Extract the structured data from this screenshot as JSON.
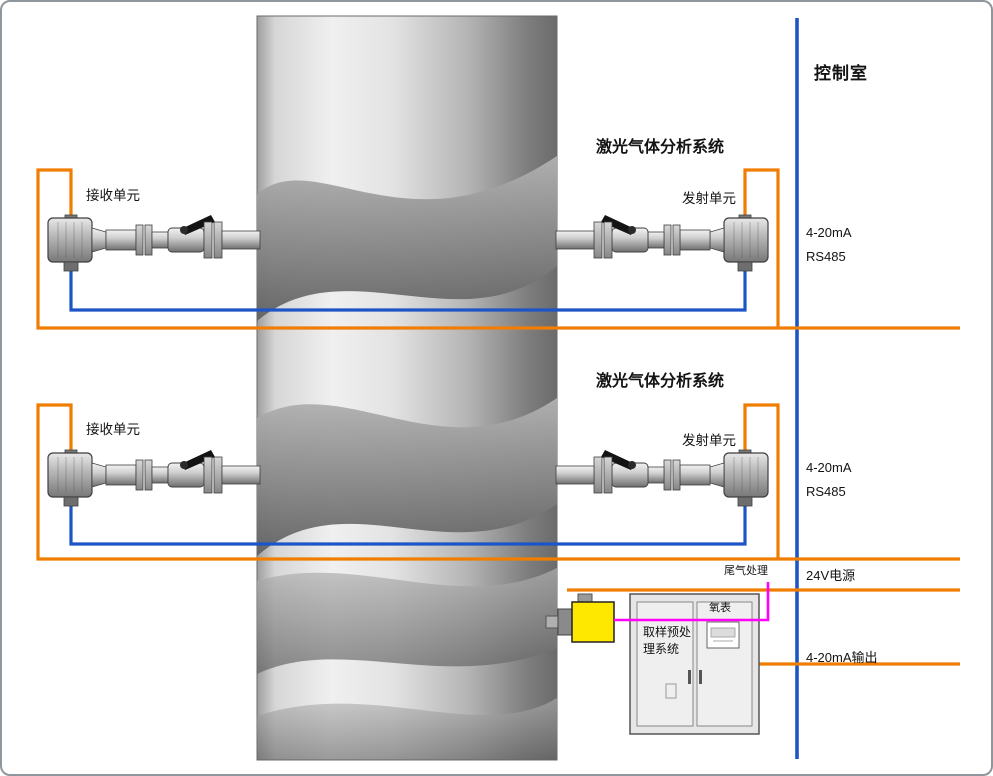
{
  "control_room": {
    "label": "控制室"
  },
  "systems": [
    {
      "title": "激光气体分析系统",
      "receiver_label": "接收单元",
      "transmitter_label": "发射单元",
      "signal_analog": "4-20mA",
      "signal_bus": "RS485"
    },
    {
      "title": "激光气体分析系统",
      "receiver_label": "接收单元",
      "transmitter_label": "发射单元",
      "signal_analog": "4-20mA",
      "signal_bus": "RS485"
    }
  ],
  "wiring": {
    "power_label": "24V电源",
    "output_label": "4-20mA输出"
  },
  "sampling": {
    "cabinet_line1": "取样预处",
    "cabinet_line2": "理系统",
    "meter_label": "氧表",
    "tail_gas_label": "尾气处理"
  },
  "colors": {
    "signal_wire_orange": "#f07d00",
    "data_wire_blue": "#1d55c8",
    "control_room_line_blue": "#1d55c8",
    "sample_line_magenta": "#ff00ff",
    "probe_yellow": "#ffe800",
    "pipe_gray": "#c2c2c2"
  }
}
